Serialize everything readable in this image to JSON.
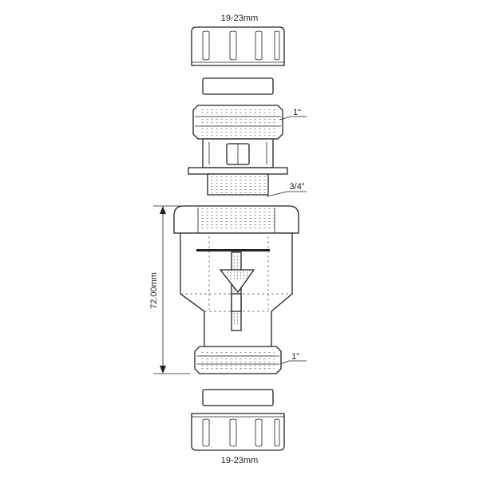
{
  "labels": {
    "top_size": "19-23mm",
    "bottom_size": "19-23mm",
    "upper_thread": "1“",
    "mid_thread": "3/4”",
    "lower_thread": "1”",
    "height": "72.00mm"
  }
}
